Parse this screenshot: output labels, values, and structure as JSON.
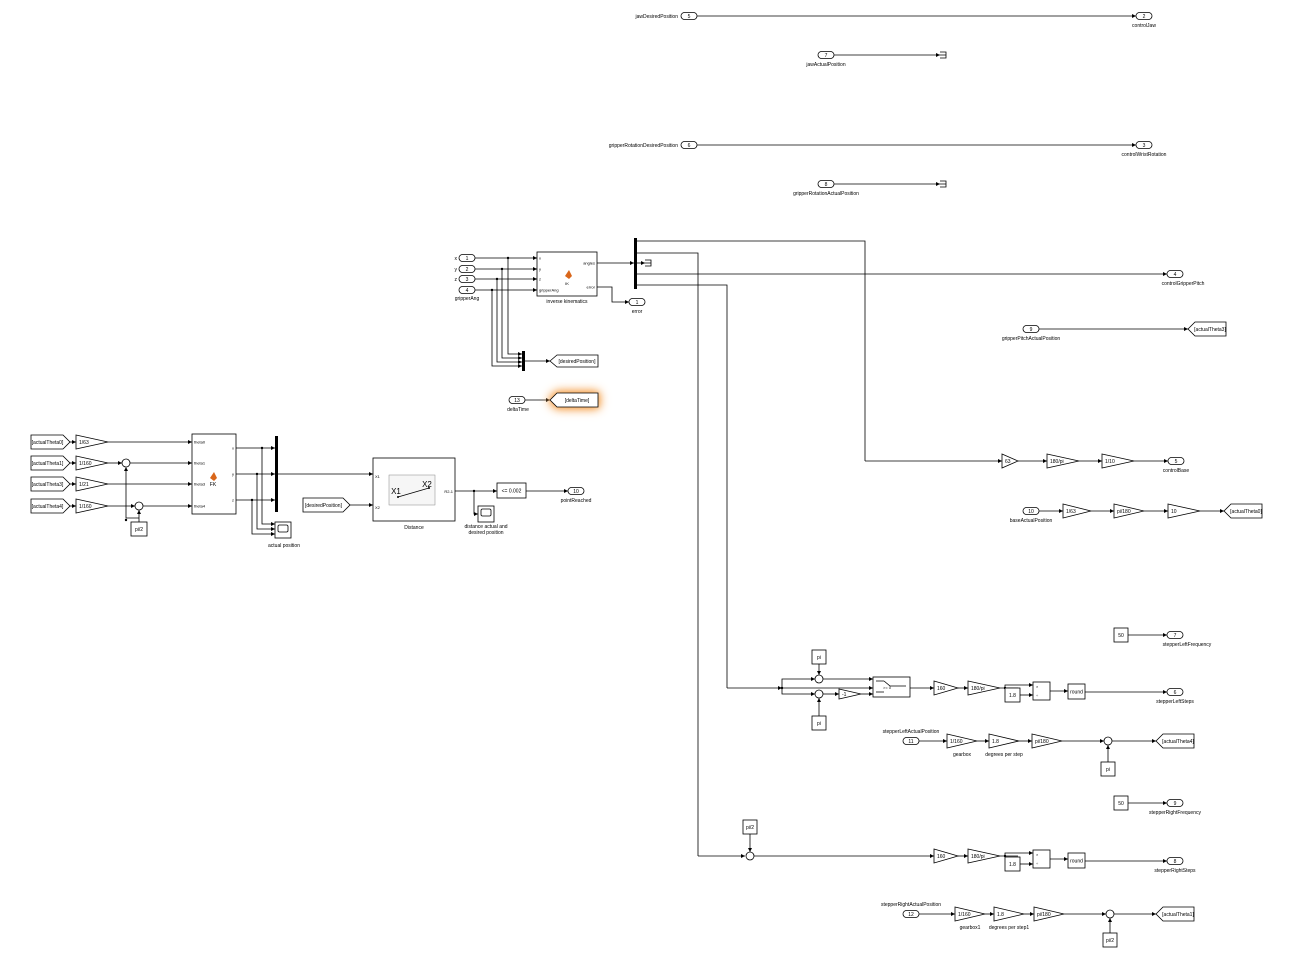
{
  "inports": {
    "x": {
      "num": "1",
      "name": "x"
    },
    "y": {
      "num": "2",
      "name": "y"
    },
    "z": {
      "num": "3",
      "name": "z"
    },
    "gripperAng": {
      "num": "4",
      "name": "gripperAng"
    },
    "jawDesired": {
      "num": "5",
      "name": "jawDesiredPosition"
    },
    "gripperRotDesired": {
      "num": "6",
      "name": "gripperRotationDesiredPosition"
    },
    "jawActual": {
      "num": "7",
      "name": "jawActualPosition"
    },
    "gripperRotActual": {
      "num": "8",
      "name": "gripperRotationActualPosition"
    },
    "gripperPitchActual": {
      "num": "9",
      "name": "gripperPitchActualPosition"
    },
    "baseActual": {
      "num": "10",
      "name": "baseActualPosition"
    },
    "stepperLeftActual": {
      "num": "11",
      "name": "stepperLeftActualPosition"
    },
    "stepperRightActual": {
      "num": "12",
      "name": "stepperRightActualPosition"
    },
    "deltaTime": {
      "num": "13",
      "name": "deltaTime"
    }
  },
  "outports": {
    "error": {
      "num": "1",
      "name": "error"
    },
    "controlJaw": {
      "num": "2",
      "name": "controlJaw"
    },
    "controlWristRotation": {
      "num": "3",
      "name": "controlWristRotation"
    },
    "controlGripperPitch": {
      "num": "4",
      "name": "controlGripperPitch"
    },
    "controlBase": {
      "num": "5",
      "name": "controlBase"
    },
    "stepperLeftSteps": {
      "num": "6",
      "name": "stepperLeftSteps"
    },
    "stepperLeftFrequency": {
      "num": "7",
      "name": "stepperLeftFrequency"
    },
    "stepperRightSteps": {
      "num": "8",
      "name": "stepperRightSteps"
    },
    "stepperRightFrequency": {
      "num": "9",
      "name": "stepperRightFrequency"
    },
    "pointReached": {
      "num": "10",
      "name": "pointReached"
    }
  },
  "ik_block": {
    "name": "inverse kinematics",
    "icon_label": "IK",
    "inputs": [
      "x",
      "y",
      "z",
      "gripperAng"
    ],
    "outputs": [
      "angles",
      "error"
    ]
  },
  "fk_block": {
    "icon_label": "FK",
    "inputs": [
      "theta0",
      "theta1",
      "theta3",
      "theta4"
    ],
    "outputs": [
      "x",
      "y",
      "z"
    ]
  },
  "gotos": {
    "desiredPosition": "[desiredPosition]",
    "deltaTime": "[deltaTime]",
    "actualTheta0": "[actualTheta0]",
    "actualTheta1": "[actualTheta1]",
    "actualTheta3": "[actualTheta3]",
    "actualTheta4": "[actualTheta4]"
  },
  "froms": {
    "actualTheta0": "[actualTheta0]",
    "actualTheta1": "[actualTheta1]",
    "actualTheta3": "[actualTheta3]",
    "actualTheta4": "[actualTheta4]",
    "desiredPosition": "[desiredPosition]"
  },
  "fk_gains": [
    "1/63",
    "1/160",
    "1/21",
    "1/160"
  ],
  "pi2_label": "pi/2",
  "pi_label": "pi",
  "scope_actual": "actual position",
  "scope_distance": "distance actual and desired position",
  "distance_block": {
    "name": "Distance",
    "in1": "X1",
    "in2": "X2",
    "out": "R2-1"
  },
  "compare": "<= 0.002",
  "base_chain": [
    "63",
    "180/pi",
    "1/10"
  ],
  "base_actual_chain": [
    "1/63",
    "pi/180",
    "10"
  ],
  "left_chain": {
    "switch": ">= 0",
    "gain_neg": "-1",
    "g160": "160",
    "g180pi": "180/pi",
    "g18": "1.8",
    "round": "round",
    "prod_signs": [
      "×",
      "÷"
    ]
  },
  "left_actual_chain": {
    "gearbox": "1/160",
    "gearbox_label": "gearbox",
    "dps": "1.8",
    "dps_label": "degrees per step",
    "pi180": "pi/180"
  },
  "right_chain": {
    "g160": "160",
    "g180pi": "180/pi",
    "g18": "1.8",
    "round": "round"
  },
  "right_actual_chain": {
    "gearbox": "1/160",
    "gearbox_label": "gearbox1",
    "dps": "1.8",
    "dps_label": "degrees per step1",
    "pi180": "pi/180"
  },
  "constants": {
    "left_freq": "50",
    "right_freq": "50"
  }
}
